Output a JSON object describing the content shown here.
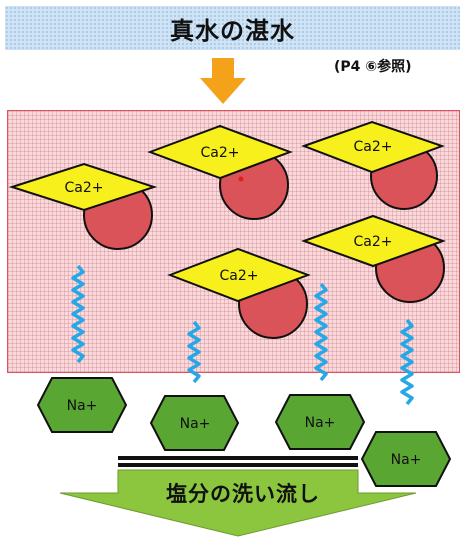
{
  "header": {
    "title": "真水の湛水",
    "reference_note": "(P4 ⑥参照)"
  },
  "resin": {
    "calcium_ions": [
      {
        "label": "Ca2+"
      },
      {
        "label": "Ca2+"
      },
      {
        "label": "Ca2+"
      },
      {
        "label": "Ca2+"
      },
      {
        "label": "Ca2+"
      }
    ]
  },
  "sodium_ions": [
    {
      "label": "Na+"
    },
    {
      "label": "Na+"
    },
    {
      "label": "Na+"
    },
    {
      "label": "Na+"
    }
  ],
  "footer": {
    "arrow_label": "塩分の洗い流し"
  },
  "colors": {
    "cap_fill": "#f7f01c",
    "ball_fill": "#d95358",
    "hexagon_fill": "#5aa632",
    "wave_stroke": "#27a8e6",
    "top_arrow": "#f5a21b",
    "bottom_arrow": "#8cc63f",
    "resin_fill": "#f8dadd"
  }
}
